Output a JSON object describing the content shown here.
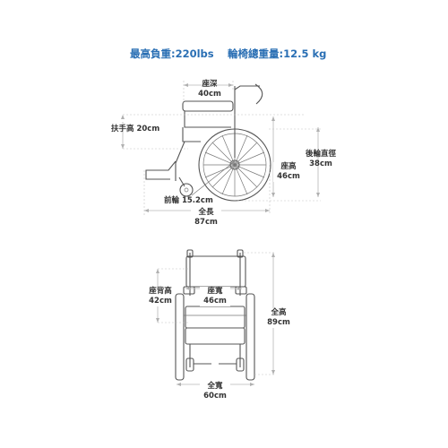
{
  "header": {
    "max_load": "最高負重:220lbs",
    "total_weight": "輪椅總重量:12.5 kg"
  },
  "side_view": {
    "seat_depth": {
      "label": "座深",
      "value": "40cm"
    },
    "armrest_height": {
      "label": "扶手高 20cm"
    },
    "rear_wheel": {
      "label": "後輪直徑",
      "value": "38cm"
    },
    "seat_height": {
      "label": "座高",
      "value": "46cm"
    },
    "front_wheel": {
      "label": "前輪 15.2cm"
    },
    "total_length": {
      "label": "全長",
      "value": "87cm"
    }
  },
  "front_view": {
    "backrest_height": {
      "label": "座背高",
      "value": "42cm"
    },
    "seat_width": {
      "label": "座寬",
      "value": "46cm"
    },
    "total_height": {
      "label": "全高",
      "value": "89cm"
    },
    "total_width": {
      "label": "全寬",
      "value": "60cm"
    }
  }
}
